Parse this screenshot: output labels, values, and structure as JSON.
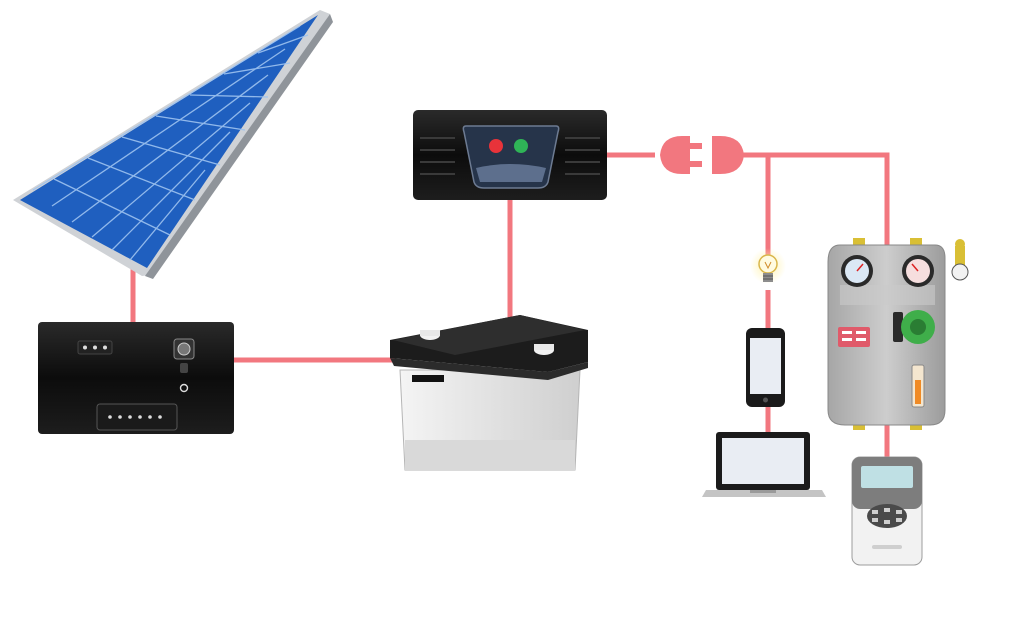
{
  "diagram": {
    "description_nodes": [
      {
        "name": "solar-panel",
        "icon": "solar-panel-icon"
      },
      {
        "name": "charge-controller",
        "icon": "charge-controller-icon"
      },
      {
        "name": "battery",
        "icon": "battery-icon"
      },
      {
        "name": "inverter",
        "icon": "inverter-icon"
      },
      {
        "name": "plug-connector",
        "icon": "plug-icon"
      },
      {
        "name": "light-bulb",
        "icon": "light-bulb-icon"
      },
      {
        "name": "smartphone",
        "icon": "smartphone-icon"
      },
      {
        "name": "laptop",
        "icon": "laptop-icon"
      },
      {
        "name": "heating-pump-station",
        "icon": "pump-station-icon"
      },
      {
        "name": "solar-thermal-controller",
        "icon": "thermostat-controller-icon"
      }
    ],
    "connections": [
      [
        "solar-panel",
        "charge-controller"
      ],
      [
        "charge-controller",
        "battery"
      ],
      [
        "battery",
        "inverter"
      ],
      [
        "inverter",
        "plug-connector"
      ],
      [
        "plug-connector",
        "light-bulb"
      ],
      [
        "light-bulb",
        "smartphone"
      ],
      [
        "smartphone",
        "laptop"
      ],
      [
        "plug-connector",
        "heating-pump-station"
      ],
      [
        "heating-pump-station",
        "solar-thermal-controller"
      ]
    ],
    "colors": {
      "wire": "#f2777f",
      "panel_cells": "#1f5fbf",
      "device_body": "#111111",
      "battery_case": "#e6e6e6",
      "pump_body": "#b9b9b9",
      "led_red": "#e8333a",
      "led_green": "#2fb457"
    }
  }
}
